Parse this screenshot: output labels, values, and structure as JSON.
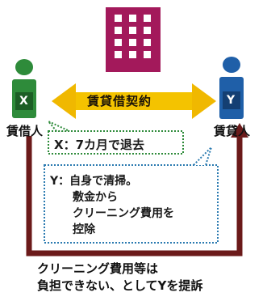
{
  "parties": {
    "x": {
      "letter": "X",
      "label": "賃借人",
      "color": "#2e8b3a"
    },
    "y": {
      "letter": "Y",
      "label": "賃貸人",
      "color": "#1f5fa8"
    }
  },
  "contract_label": "賃貸借契約",
  "x_message": "X：7カ月で退去",
  "y_message_lines": [
    "Y：自身で清掃。",
    "敷金から",
    "クリーニング費用を",
    "控除"
  ],
  "bottom_message_lines": [
    "クリーニング費用等は",
    "負担できない、としてYを提訴"
  ],
  "colors": {
    "building": "#a3195b",
    "contract_arrow": "#f0b800",
    "lawsuit_arrow": "#6b1a1a",
    "callout_border": "#2a7ab0"
  },
  "icons": [
    "building-icon",
    "person-x-icon",
    "person-y-icon",
    "double-arrow-icon",
    "lawsuit-arrow-icon"
  ]
}
